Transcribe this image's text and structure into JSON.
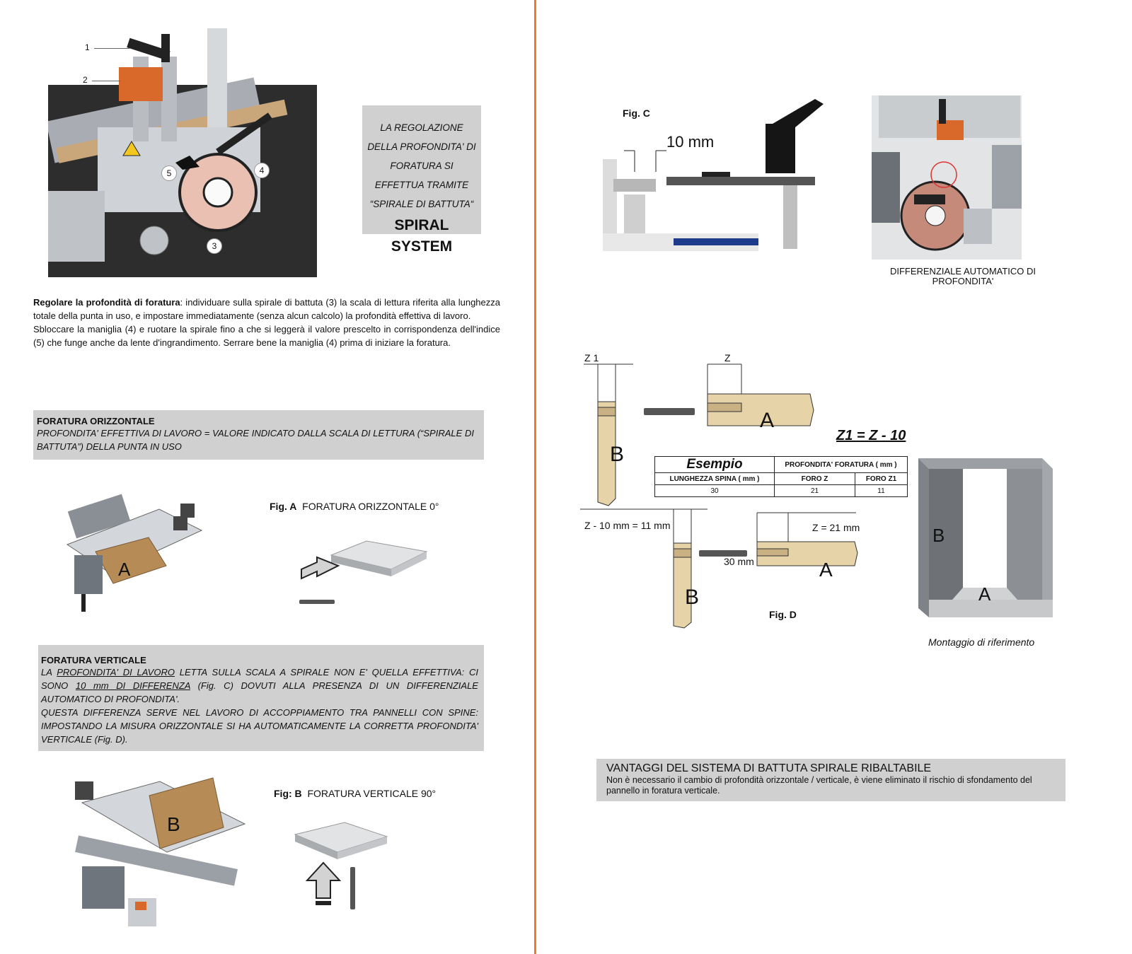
{
  "left": {
    "figure1_callouts": [
      "1",
      "2",
      "3",
      "4",
      "5"
    ],
    "callout_box": {
      "lines": [
        "LA REGOLAZIONE",
        "DELLA PROFONDITA' DI",
        "FORATURA SI",
        "EFFETTUA TRAMITE",
        "“SPIRALE DI BATTUTA“"
      ],
      "title": "SPIRAL SYSTEM"
    },
    "intro": {
      "bold_lead": "Regolare la profondità di foratura",
      "p1_rest": ": individuare sulla spirale di battuta (3) la scala di lettura riferita alla lunghezza totale della punta in uso, e impostare immediatamente (senza alcun calcolo) la profondità effettiva di lavoro.",
      "p2": "Sbloccare la maniglia (4) e ruotare la spirale fino a che si leggerà il valore prescelto in corrispondenza dell'indice (5) che funge anche da lente d'ingrandimento. Serrare bene la maniglia (4) prima di iniziare la foratura."
    },
    "horizontal_box": {
      "title": "FORATURA ORIZZONTALE",
      "text": "PROFONDITA' EFFETTIVA DI LAVORO = VALORE INDICATO DALLA SCALA DI LETTURA (“SPIRALE DI BATTUTA”) DELLA PUNTA IN USO"
    },
    "fig_a": {
      "label": "Fig. A",
      "caption": "FORATURA ORIZZONTALE 0°",
      "panel_letter": "A"
    },
    "vertical_box": {
      "title": "FORATURA VERTICALE",
      "t1": "LA ",
      "t2_underlined": "PROFONDITA' DI LAVORO",
      "t3": " LETTA SULLA SCALA A SPIRALE NON E' QUELLA EFFETTIVA: CI SONO ",
      "t4_underlined": "10 mm DI DIFFERENZA",
      "t5": " (Fig. C) DOVUTI ALLA PRESENZA DI UN DIFFERENZIALE AUTOMATICO DI PROFONDITA'.",
      "t6": "QUESTA DIFFERENZA SERVE NEL LAVORO DI ACCOPPIAMENTO TRA PANNELLI CON SPINE: IMPOSTANDO LA MISURA ORIZZONTALE SI HA AUTOMATICAMENTE LA CORRETTA PROFONDITA' VERTICALE (Fig. D)."
    },
    "fig_b": {
      "label": "Fig: B",
      "caption": "FORATURA VERTICALE 90°",
      "panel_letter": "B"
    }
  },
  "right": {
    "fig_c": {
      "label": "Fig. C",
      "dimension": "10 mm"
    },
    "differential_caption": "DIFFERENZIALE AUTOMATICO DI PROFONDITA'",
    "fig_d": {
      "z1": "Z 1",
      "z": "Z",
      "formula": "Z1 = Z - 10",
      "table": {
        "example": "Esempio",
        "depth_header": "PROFONDITA' FORATURA ( mm )",
        "col1": "LUNGHEZZA SPINA ( mm )",
        "col2": "FORO Z",
        "col3": "FORO Z1",
        "row": [
          "30",
          "21",
          "11"
        ]
      },
      "dim_left": "Z - 10 mm = 11 mm",
      "dim_right": "Z = 21 mm",
      "dim_dowel": "30 mm",
      "label": "Fig. D",
      "letter_a": "A",
      "letter_b": "B"
    },
    "assembly_caption": "Montaggio di riferimento",
    "advantages": {
      "title": "VANTAGGI DEL SISTEMA DI BATTUTA SPIRALE RIBALTABILE",
      "text": "Non è necessario il cambio di profondità orizzontale / verticale, è viene eliminato il rischio di sfondamento del pannello in foratura verticale."
    }
  },
  "colors": {
    "divider": "#ec7a2b",
    "box_grey": "#d0d0d0",
    "wood": "#e6d3a8",
    "accent_orange": "#d9692a"
  }
}
